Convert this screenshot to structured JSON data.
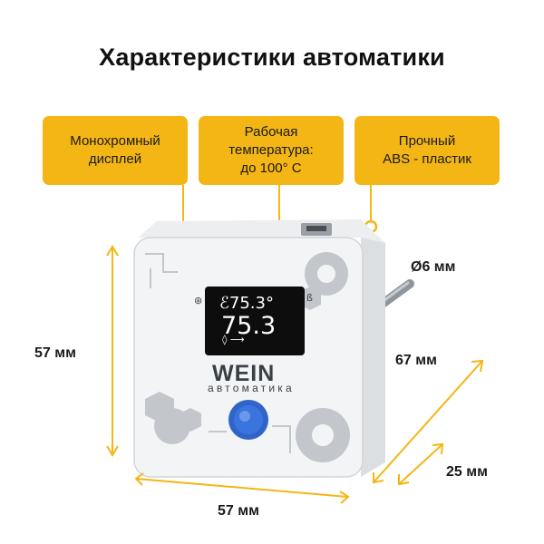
{
  "title": "Характеристики автоматики",
  "callouts": [
    {
      "text": "Монохромный\nдисплей"
    },
    {
      "text": "Рабочая\nтемпература:\nдо 100° C"
    },
    {
      "text": "Прочный\nABS - пластик"
    }
  ],
  "dimensions": {
    "height": "57 мм",
    "width": "57 мм",
    "length": "67 мм",
    "depth": "25 мм",
    "diameter": "Ø6 мм"
  },
  "device": {
    "brand": "WEIN",
    "brand_sub": "автоматика",
    "display_top": "ℰ75.3°",
    "display_main": "75.3"
  },
  "colors": {
    "accent": "#f4b614",
    "display_bg": "#0d0d0d",
    "button": "#2f64c8"
  }
}
